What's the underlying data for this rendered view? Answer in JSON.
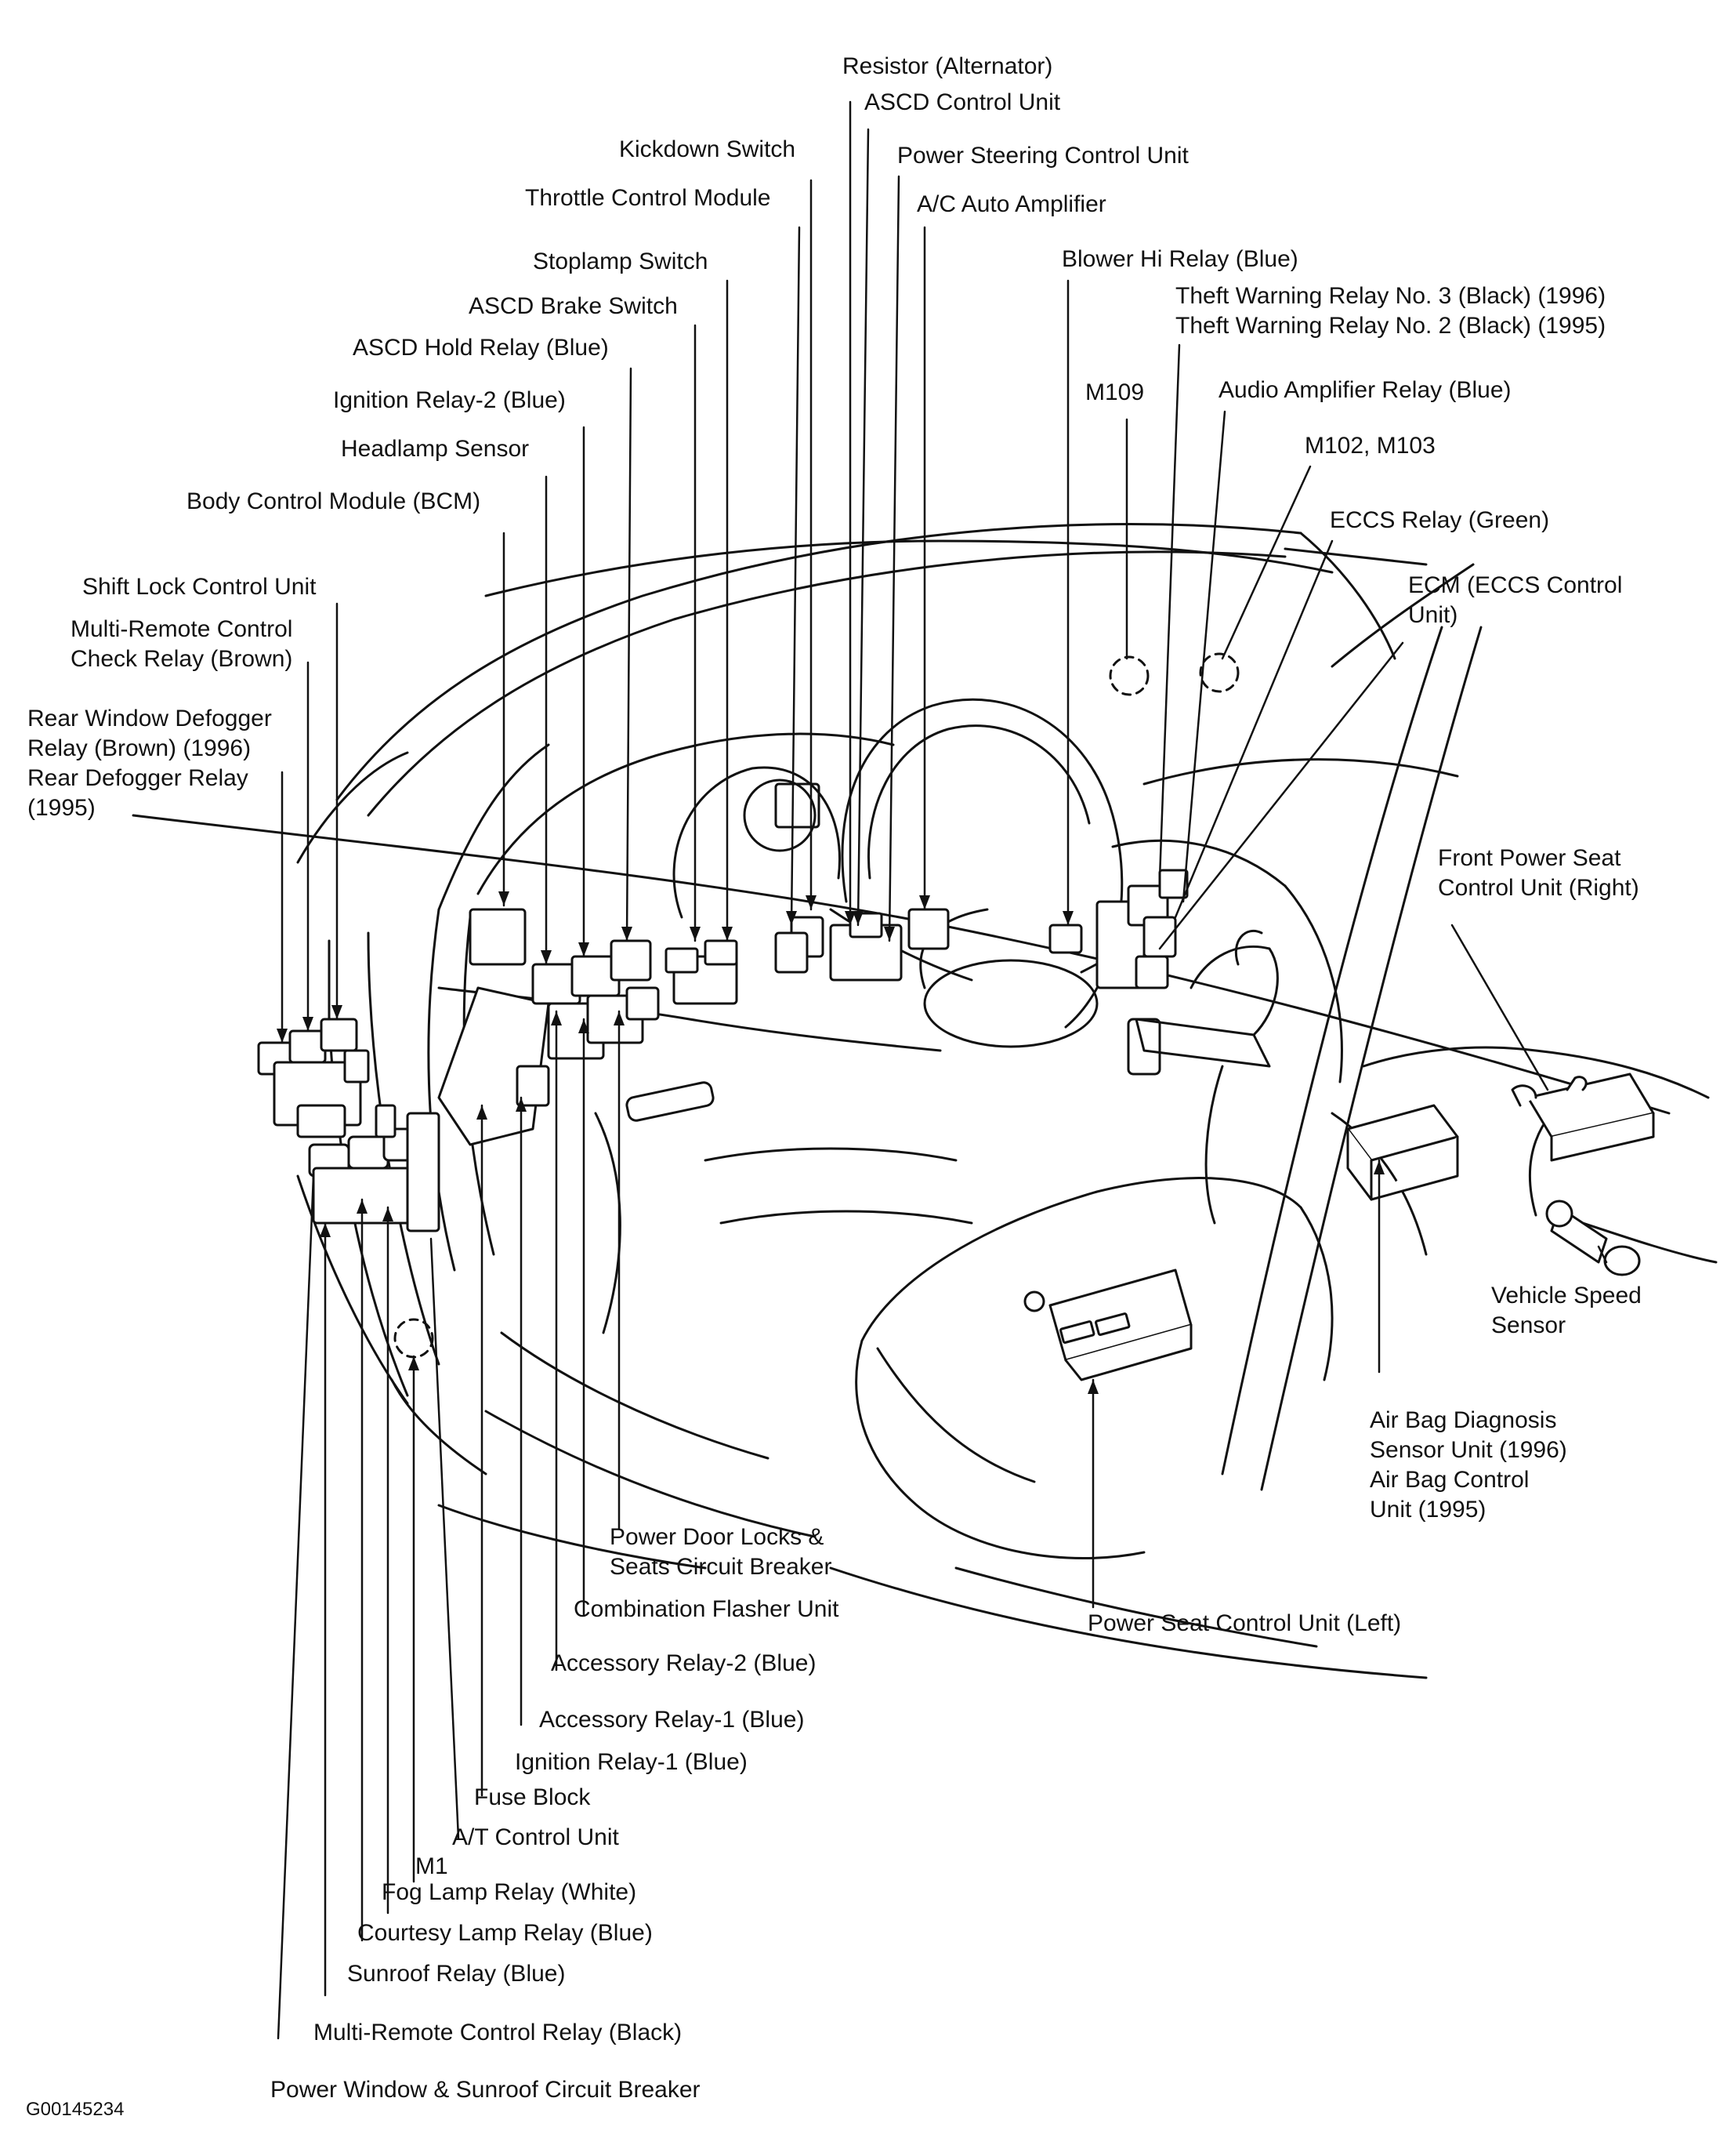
{
  "labels": {
    "resistor_alternator": "Resistor (Alternator)",
    "ascd_control_unit": "ASCD Control Unit",
    "kickdown_switch": "Kickdown Switch",
    "power_steering_control_unit": "Power Steering Control Unit",
    "throttle_control_module": "Throttle Control Module",
    "ac_auto_amplifier": "A/C Auto Amplifier",
    "stoplamp_switch": "Stoplamp Switch",
    "blower_hi_relay": "Blower Hi Relay (Blue)",
    "ascd_brake_switch": "ASCD Brake Switch",
    "theft_warning_relay_3": "Theft Warning Relay No. 3 (Black) (1996)",
    "theft_warning_relay_2": "Theft Warning Relay No. 2 (Black) (1995)",
    "ascd_hold_relay": "ASCD Hold Relay (Blue)",
    "m109": "M109",
    "audio_amplifier_relay": "Audio Amplifier Relay (Blue)",
    "ignition_relay_2": "Ignition Relay-2 (Blue)",
    "m102_m103": "M102, M103",
    "headlamp_sensor": "Headlamp Sensor",
    "body_control_module": "Body Control Module (BCM)",
    "eccs_relay": "ECCS Relay (Green)",
    "shift_lock_control_unit": "Shift Lock Control Unit",
    "ecm_line1": "ECM (ECCS Control",
    "ecm_line2": "Unit)",
    "multi_remote_check_relay_line1": "Multi-Remote Control",
    "multi_remote_check_relay_line2": "Check Relay (Brown)",
    "rear_window_defogger_line1": "Rear Window Defogger",
    "rear_window_defogger_line2": "Relay (Brown) (1996)",
    "rear_window_defogger_line3": "Rear Defogger Relay",
    "rear_window_defogger_line4": "(1995)",
    "front_power_seat_line1": "Front Power Seat",
    "front_power_seat_line2": "Control Unit (Right)",
    "vehicle_speed_sensor_line1": "Vehicle Speed",
    "vehicle_speed_sensor_line2": "Sensor",
    "air_bag_line1": "Air Bag Diagnosis",
    "air_bag_line2": "Sensor Unit (1996)",
    "air_bag_line3": "Air Bag Control",
    "air_bag_line4": "Unit (1995)",
    "power_door_locks_line1": "Power Door Locks &",
    "power_door_locks_line2": "Seats Circuit Breaker",
    "combination_flasher_unit": "Combination Flasher Unit",
    "power_seat_control_left": "Power Seat Control Unit (Left)",
    "accessory_relay_2": "Accessory Relay-2 (Blue)",
    "accessory_relay_1": "Accessory Relay-1 (Blue)",
    "ignition_relay_1": "Ignition Relay-1 (Blue)",
    "fuse_block": "Fuse Block",
    "at_control_unit": "A/T Control Unit",
    "m1": "M1",
    "fog_lamp_relay": "Fog Lamp Relay (White)",
    "courtesy_lamp_relay": "Courtesy Lamp Relay (Blue)",
    "sunroof_relay": "Sunroof Relay (Blue)",
    "multi_remote_control_relay": "Multi-Remote Control Relay (Black)",
    "power_window_sunroof_breaker": "Power Window & Sunroof Circuit Breaker",
    "figure_id": "G00145234"
  }
}
